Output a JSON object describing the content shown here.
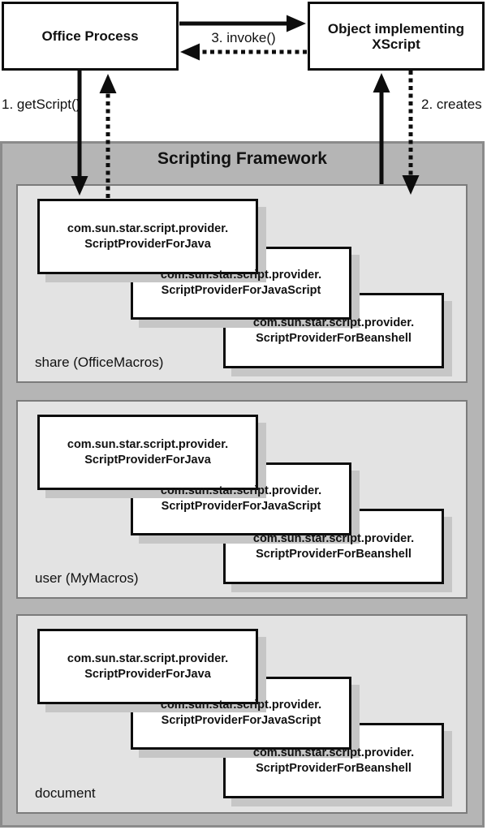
{
  "top": {
    "office_process": "Office Process",
    "xscript_line1": "Object implementing",
    "xscript_line2": "XScript",
    "invoke_label": "3. invoke()",
    "getscript_label": "1. getScript()",
    "creates_label": "2. creates"
  },
  "framework": {
    "title": "Scripting Framework",
    "provider_package": "com.sun.star.script.provider.",
    "sections": [
      {
        "label": "share (OfficeMacros)",
        "providers": [
          "ScriptProviderForJava",
          "ScriptProviderForJavaScript",
          "ScriptProviderForBeanshell"
        ]
      },
      {
        "label": "user (MyMacros)",
        "providers": [
          "ScriptProviderForJava",
          "ScriptProviderForJavaScript",
          "ScriptProviderForBeanshell"
        ]
      },
      {
        "label": "document",
        "providers": [
          "ScriptProviderForJava",
          "ScriptProviderForJavaScript",
          "ScriptProviderForBeanshell"
        ]
      }
    ]
  },
  "colors": {
    "frame_fill": "#b5b5b5",
    "frame_border": "#8b8b8b",
    "section_fill": "#e3e3e3",
    "section_border": "#7b7b7b",
    "box_border": "#0d0d0d",
    "shadow": "#c6c6c6",
    "ink": "#111111",
    "bg": "#ffffff"
  }
}
